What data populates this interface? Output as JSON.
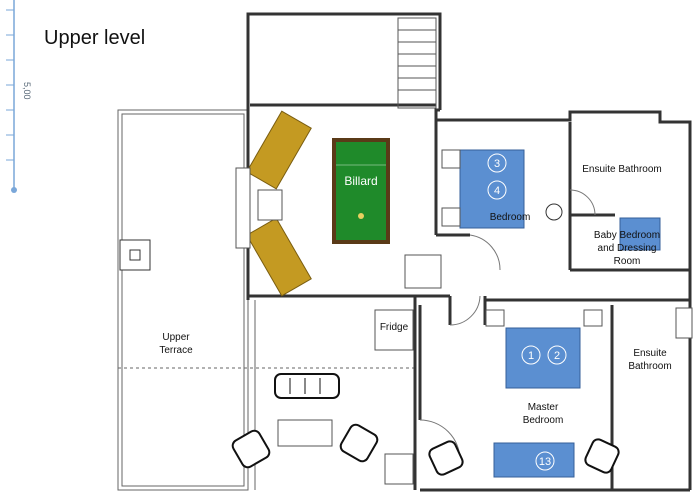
{
  "title": "Upper level",
  "ruler": {
    "mark": "5,00"
  },
  "rooms": {
    "billard": "Billard",
    "bedroom": "Bedroom",
    "ensuite_bathroom_top": "Ensuite Bathroom",
    "baby_bedroom": [
      "Baby Bedroom",
      "and Dressing",
      "Room"
    ],
    "fridge": "Fridge",
    "upper_terrace": [
      "Upper",
      "Terrace"
    ],
    "master_bedroom": [
      "Master",
      "Bedroom"
    ],
    "ensuite_bathroom_right": [
      "Ensuite",
      "Bathroom"
    ]
  },
  "beds": {
    "bedroom": [
      "3",
      "4"
    ],
    "master": [
      "1",
      "2"
    ],
    "baby": [
      "13"
    ]
  },
  "colors": {
    "wall": "#333333",
    "bed": "#5b8fd1",
    "table": "#1f8a2a",
    "sofa": "#c49a22",
    "ruler": "#7aa7d9"
  }
}
